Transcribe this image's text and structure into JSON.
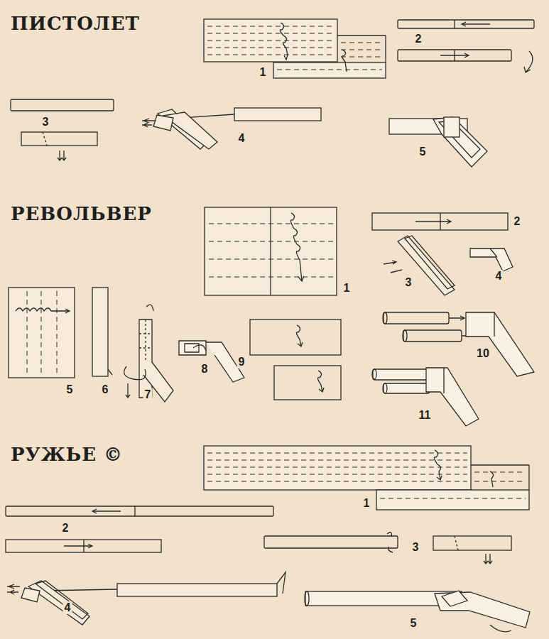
{
  "diagram": {
    "labels": [
      "ПИСТОЛЕТ",
      "1",
      "2",
      "3",
      "4",
      "5",
      "РЕВОЛЬВЕР",
      "1",
      "2",
      "3",
      "4",
      "5",
      "6",
      "7",
      "8",
      "9",
      "10",
      "11",
      "РУЖЬЕ ©",
      "1",
      "2",
      "3",
      "4",
      "5"
    ]
  }
}
